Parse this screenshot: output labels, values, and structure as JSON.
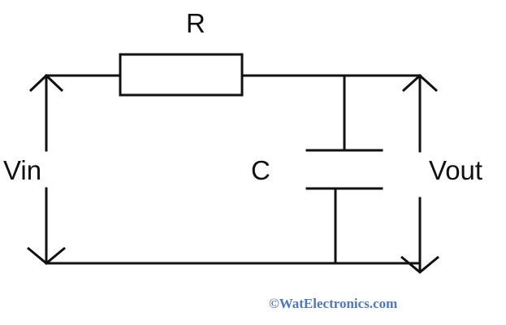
{
  "labels": {
    "resistor": "R",
    "capacitor": "C",
    "input_voltage": "Vin",
    "output_voltage": "Vout"
  },
  "watermark": "©WatElectronics.com",
  "colors": {
    "wire": "#111111",
    "watermark": "#4a78c4"
  }
}
